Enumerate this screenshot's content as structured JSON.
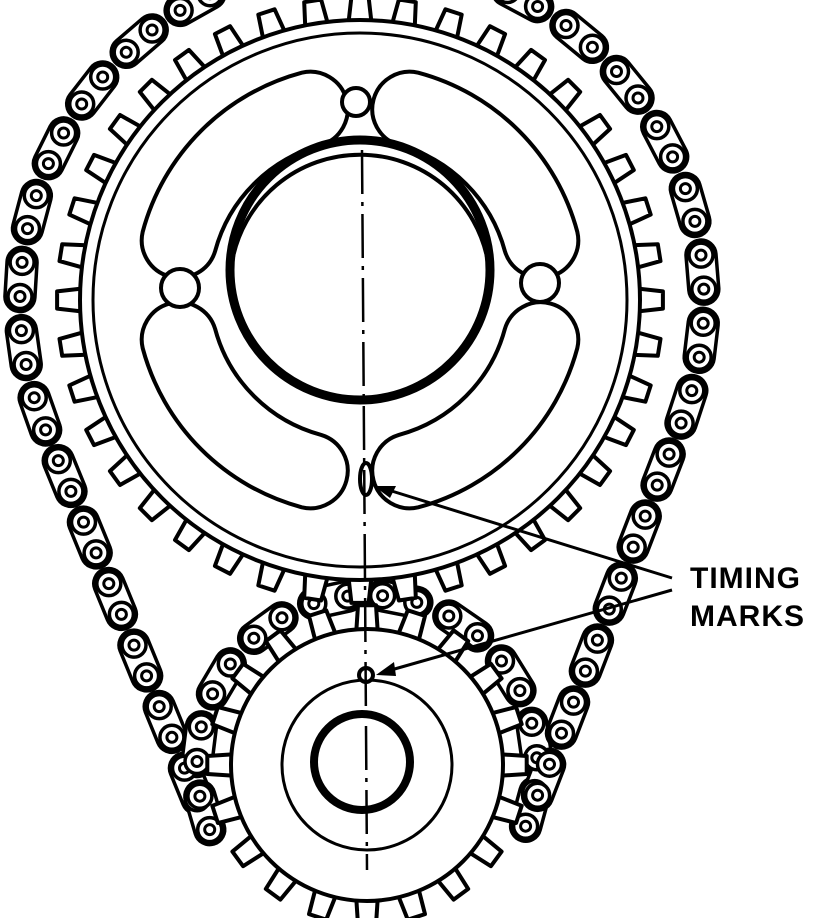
{
  "callout": {
    "line1": "TIMING",
    "line2": "MARKS"
  },
  "colors": {
    "ink": "#000000",
    "paper": "#ffffff"
  },
  "parts": {
    "cam_sprocket": {
      "teeth": 40,
      "lightening_slots": 4,
      "small_holes": 3
    },
    "crank_sprocket": {
      "teeth": 20
    },
    "timing_chain": {
      "style": "roller chain"
    }
  }
}
